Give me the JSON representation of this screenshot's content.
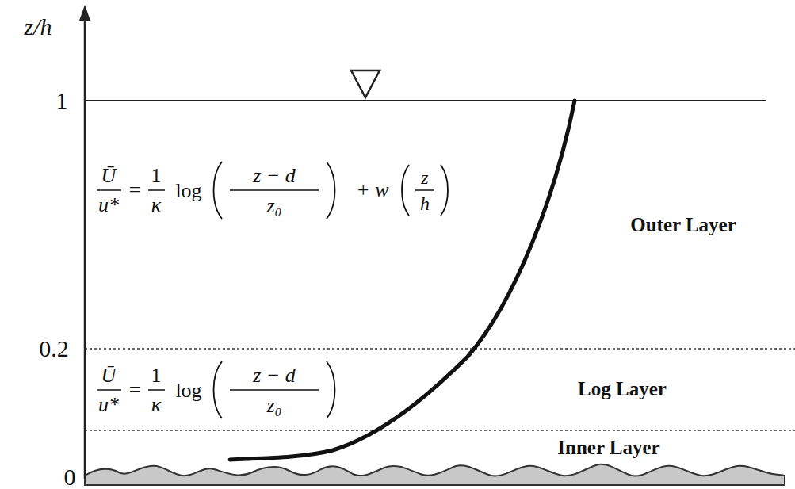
{
  "diagram": {
    "labels": [
      "z/h",
      "1",
      "0.2",
      "0",
      "Ū",
      "u*",
      "=",
      "1",
      "κ",
      "log",
      "z − d",
      "z₀",
      "+ w",
      "z",
      "h",
      "Ū",
      "u*",
      "=",
      "1",
      "κ",
      "log",
      "z − d",
      "z₀",
      "Outer Layer",
      "Log Layer",
      "Inner Layer"
    ]
  }
}
